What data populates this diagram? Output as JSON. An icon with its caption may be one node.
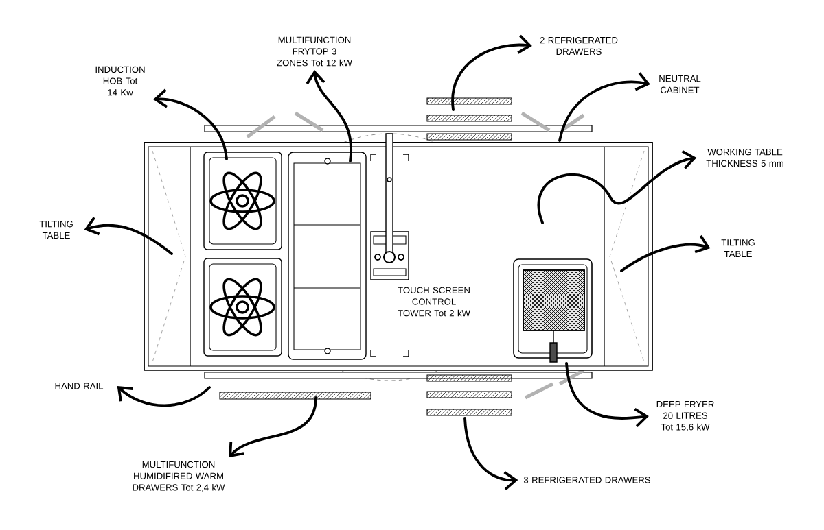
{
  "diagram": {
    "nodes": [
      {
        "text": [
          "INDUCTION HOB Tot 14 Kw"
        ]
      },
      {
        "text": [
          "MULTIFUNCTION FRYTOP 3 ZONES Tot 12 kW"
        ]
      },
      {
        "text": [
          "2 REFRIGERATED DRAWERS"
        ]
      },
      {
        "text": [
          "NEUTRAL CABINET"
        ]
      },
      {
        "text": [
          "WORKING TABLE THICKNESS 5 mm"
        ]
      },
      {
        "text": [
          "TILTING TABLE"
        ]
      },
      {
        "text": [
          "DEEP FRYER 20 LITRES Tot 15,6 kW"
        ]
      },
      {
        "text": [
          "3 REFRIGERATED DRAWERS"
        ]
      },
      {
        "text": [
          "MULTIFUNCTION HUMIDIFIRED WARM DRAWERS Tot 2,4 kW"
        ]
      },
      {
        "text": [
          "HAND RAIL"
        ]
      },
      {
        "text": [
          "TILTING TABLE"
        ]
      }
    ],
    "edges": [
      {
        "from": null,
        "to": 0,
        "arrow": "to"
      },
      {
        "from": null,
        "to": 1,
        "arrow": "to"
      },
      {
        "from": null,
        "to": 2,
        "arrow": "to"
      },
      {
        "from": null,
        "to": 3,
        "arrow": "to"
      },
      {
        "from": null,
        "to": 4,
        "arrow": "to"
      },
      {
        "from": null,
        "to": 5,
        "arrow": "to"
      },
      {
        "from": null,
        "to": 6,
        "arrow": "to"
      },
      {
        "from": null,
        "to": 7,
        "arrow": "to"
      },
      {
        "from": null,
        "to": 8,
        "arrow": "to"
      },
      {
        "from": null,
        "to": 9,
        "arrow": "to"
      },
      {
        "from": null,
        "to": 10,
        "arrow": "to"
      }
    ],
    "labels": [
      "TOUCH SCREEN CONTROL TOWER Tot 2 kW"
    ]
  }
}
